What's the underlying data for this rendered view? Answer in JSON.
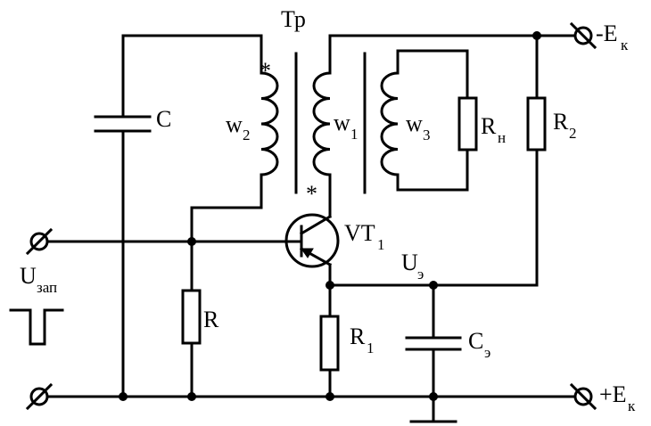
{
  "labels": {
    "transformer": "Тр",
    "w2": "w",
    "w2_sub": "2",
    "w1": "w",
    "w1_sub": "1",
    "w3": "w",
    "w3_sub": "3",
    "rn": "R",
    "rn_sub": "н",
    "r2": "R",
    "r2_sub": "2",
    "c": "C",
    "r": "R",
    "r1": "R",
    "r1_sub": "1",
    "ce": "C",
    "ce_sub": "э",
    "vt": "VT",
    "vt_sub": "1",
    "ue": "U",
    "ue_sub": "э",
    "uzap": "U",
    "uzap_sub": "зап",
    "ek_neg": "-E",
    "ek_neg_sub": "к",
    "ek_pos": "+E",
    "ek_pos_sub": "к",
    "star": "*"
  }
}
